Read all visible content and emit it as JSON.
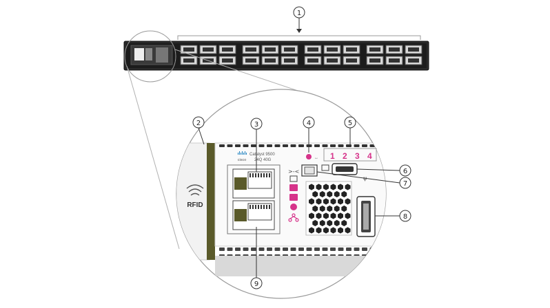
{
  "callouts": [
    "1",
    "2",
    "3",
    "4",
    "5",
    "6",
    "7",
    "8",
    "9"
  ],
  "rfid_label": "RFID",
  "brand": {
    "logo_text": "cisco",
    "model_line1": "Catalyst 9500",
    "model_line2": "24Q 40G"
  },
  "port_numbers": [
    "1",
    "2",
    "3",
    "4"
  ],
  "colors": {
    "accent_pink": "#d6338a",
    "chassis_dark": "#1e1e1e",
    "bezel_olive": "#5a5a2a"
  }
}
